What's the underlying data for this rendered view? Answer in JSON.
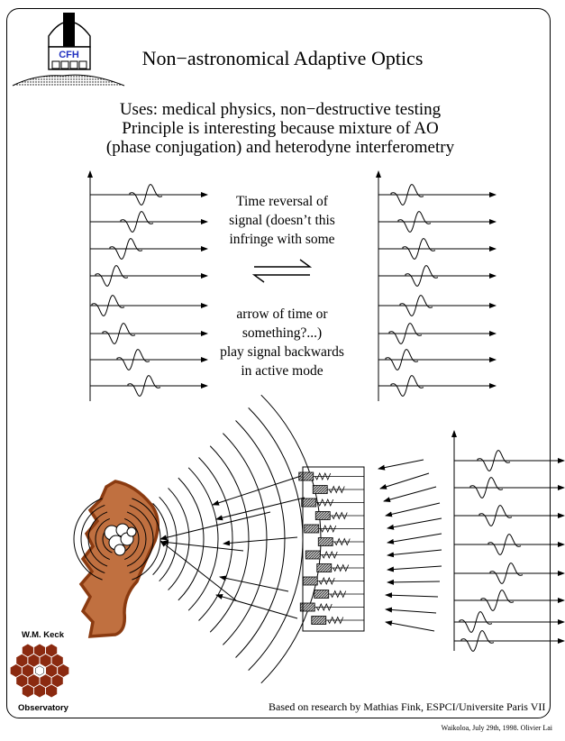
{
  "title": "Non−astronomical Adaptive Optics",
  "logo_cfh_text": "CFH",
  "uses_lines": [
    "Uses: medical physics, non−destructive testing",
    "Principle is interesting because mixture of AO",
    "(phase conjugation) and heterodyne interferometry"
  ],
  "middle_top_lines": [
    "Time reversal of",
    "signal (doesn’t this",
    "infringe with some"
  ],
  "middle_bottom_lines": [
    "arrow of time or",
    "something?...)",
    "play signal backwards",
    "in active mode"
  ],
  "keck_top": "W.M. Keck",
  "keck_bottom": "Observatory",
  "credit": "Based on research by Mathias Fink, ESPCI/Universite Paris VII",
  "date_author": "Waikoloa, July 29th, 1998.   Olivier Lai",
  "colors": {
    "tissue": "#c07040",
    "tissue_edge": "#8a3a10",
    "keck": "#8b2a10"
  },
  "icons": [
    "cfh-telescope-logo",
    "keck-mirror-logo",
    "double-arrow-icon"
  ]
}
